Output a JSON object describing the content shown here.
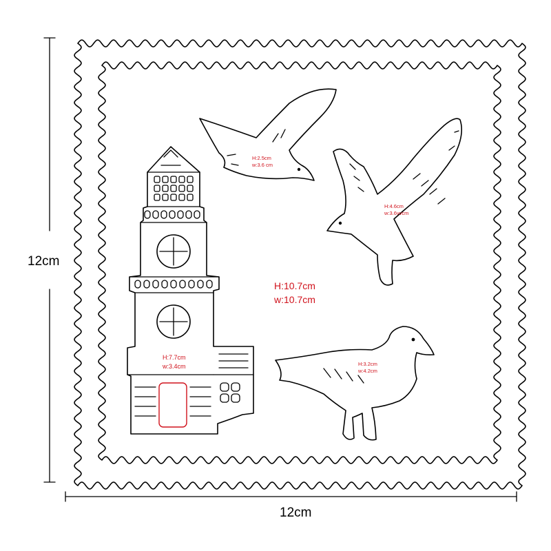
{
  "dimensions": {
    "height_label": "12cm",
    "width_label": "12cm"
  },
  "inner_frame": {
    "height": "H:10.7cm",
    "width": "w:10.7cm"
  },
  "shapes": {
    "bird_top": {
      "height": "H:2.5cm",
      "width": "w:3.6 cm"
    },
    "bird_right": {
      "height": "H:4.6cm",
      "width": "w:3.6vvcm"
    },
    "lighthouse": {
      "height": "H:7.7cm",
      "width": "w:3.4cm"
    },
    "gull_standing": {
      "height": "H:3.2cm",
      "width": "w:4.2cm"
    }
  },
  "colors": {
    "outline": "#000000",
    "annotation": "#d0111b",
    "background": "#ffffff"
  }
}
